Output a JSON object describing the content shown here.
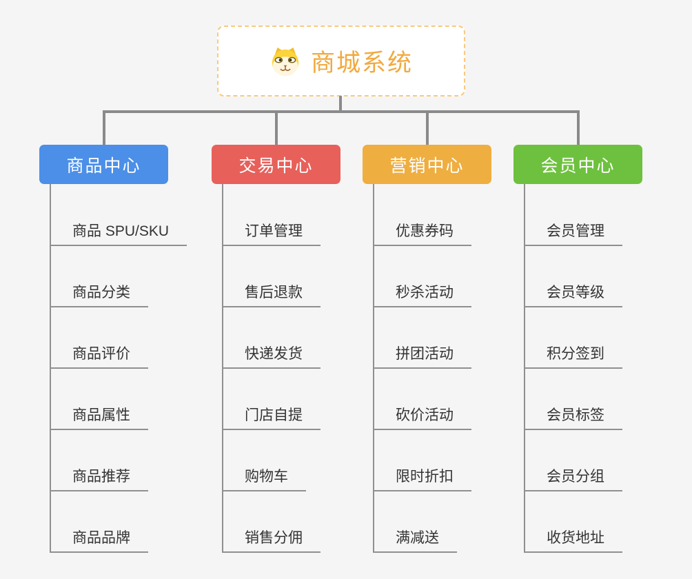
{
  "root": {
    "title": "商城系统",
    "icon": "dog-face-icon"
  },
  "branches": [
    {
      "label": "商品中心",
      "color": "#4B8FE8",
      "children": [
        "商品 SPU/SKU",
        "商品分类",
        "商品评价",
        "商品属性",
        "商品推荐",
        "商品品牌"
      ]
    },
    {
      "label": "交易中心",
      "color": "#E8605A",
      "children": [
        "订单管理",
        "售后退款",
        "快递发货",
        "门店自提",
        "购物车",
        "销售分佣"
      ]
    },
    {
      "label": "营销中心",
      "color": "#EFAE40",
      "children": [
        "优惠券码",
        "秒杀活动",
        "拼团活动",
        "砍价活动",
        "限时折扣",
        "满减送"
      ]
    },
    {
      "label": "会员中心",
      "color": "#6EC13E",
      "children": [
        "会员管理",
        "会员等级",
        "积分签到",
        "会员标签",
        "会员分组",
        "收货地址"
      ]
    }
  ],
  "colors": {
    "background": "#F5F5F5",
    "root_border": "#F8C97E",
    "root_title": "#F2A93E",
    "connector": "#8A8A8A",
    "leaf_line": "#8F8F8F",
    "leaf_text": "#333333",
    "branch_text": "#FFFFFF"
  }
}
